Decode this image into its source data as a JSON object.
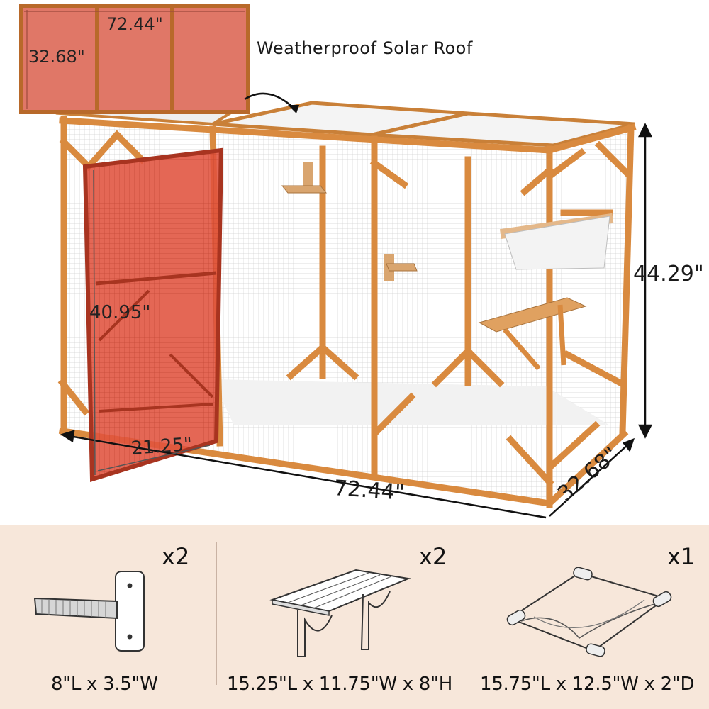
{
  "roof": {
    "title": "Weatherproof Solar Roof",
    "length_label": "72.44\"",
    "width_label": "32.68\""
  },
  "enclosure": {
    "height_label": "44.29\"",
    "length_label": "72.44\"",
    "depth_label": "32.68\""
  },
  "door": {
    "height_label": "40.95\"",
    "width_label": "21.25\""
  },
  "accessories": [
    {
      "quantity": "x2",
      "dimensions": "8\"L x 3.5\"W",
      "icon": "wall-step-icon"
    },
    {
      "quantity": "x2",
      "dimensions": "15.25\"L x 11.75\"W x 8\"H",
      "icon": "shelf-platform-icon"
    },
    {
      "quantity": "x1",
      "dimensions": "15.75\"L x 12.5\"W x 2\"D",
      "icon": "hammock-icon"
    }
  ],
  "colors": {
    "wood": "#d98a3f",
    "wood_dark": "#b8692a",
    "door_highlight": "#e0523d",
    "roof_highlight": "#e07767",
    "accessory_panel": "#f7e7da"
  }
}
